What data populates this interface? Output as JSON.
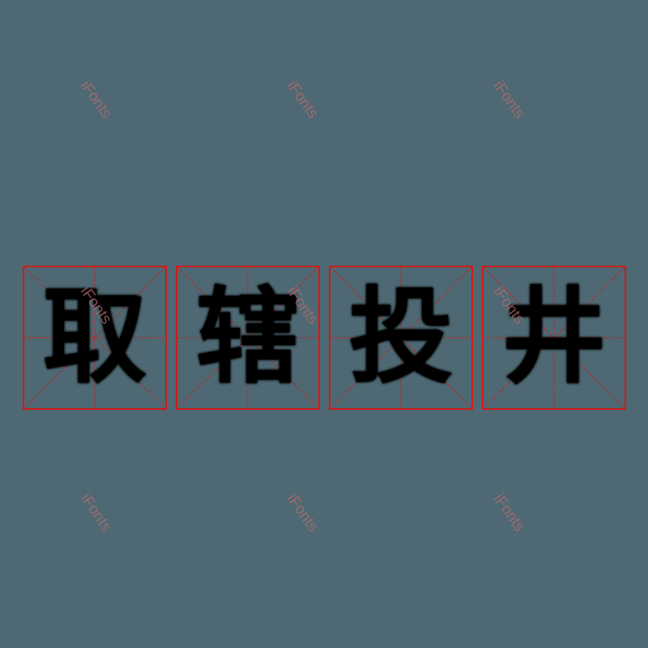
{
  "watermark": "iFonts",
  "characters": [
    "取",
    "辖",
    "投",
    "井"
  ],
  "colors": {
    "background": "#4e6973",
    "grid": "#d01a1a",
    "glyph": "#000000",
    "watermark": "#b46a6e"
  }
}
